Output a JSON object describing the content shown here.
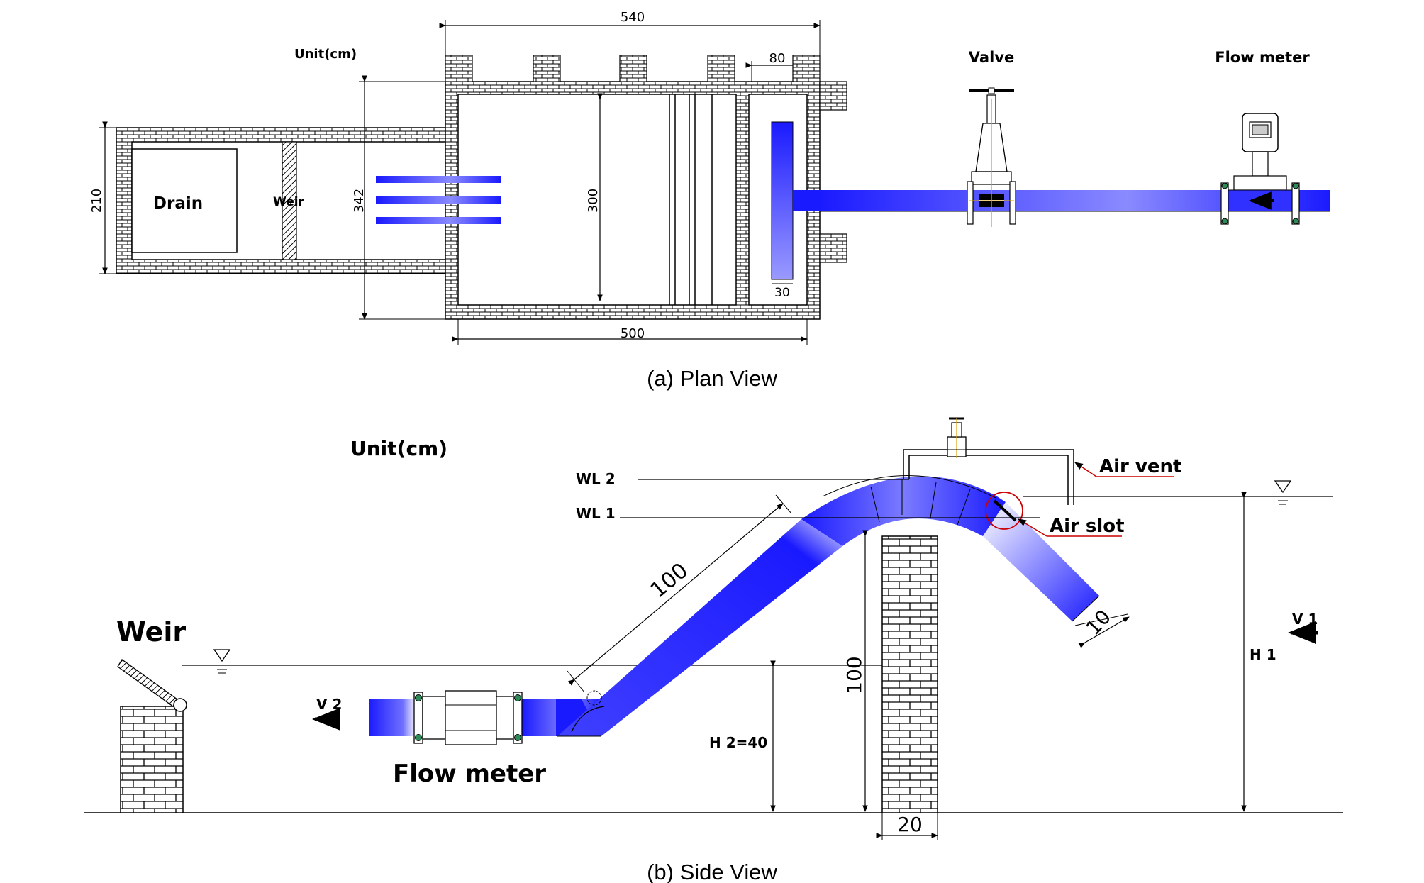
{
  "plan": {
    "unit": "Unit(cm)",
    "dims": {
      "top": "540",
      "top_right": "80",
      "left": "210",
      "mid": "342",
      "inner": "300",
      "bottom": "500",
      "gap": "30"
    },
    "labels": {
      "drain": "Drain",
      "weir": "Weir",
      "valve": "Valve",
      "flow_meter": "Flow meter"
    },
    "caption": "(a) Plan View"
  },
  "side": {
    "unit": "Unit(cm)",
    "labels": {
      "weir": "Weir",
      "flow_meter": "Flow meter",
      "air_vent": "Air vent",
      "air_slot": "Air slot",
      "wl2": "WL 2",
      "wl1": "WL 1",
      "v1": "V 1",
      "v2": "V 2",
      "h1": "H 1",
      "h2": "H 2=40"
    },
    "dims": {
      "pipe_len": "100",
      "pipe_dia": "10",
      "pier_h": "100",
      "pier_w": "20"
    },
    "caption": "(b) Side View"
  },
  "colors": {
    "pipe": "#1a1aff",
    "line": "#000000",
    "annot": "#cc0000"
  }
}
